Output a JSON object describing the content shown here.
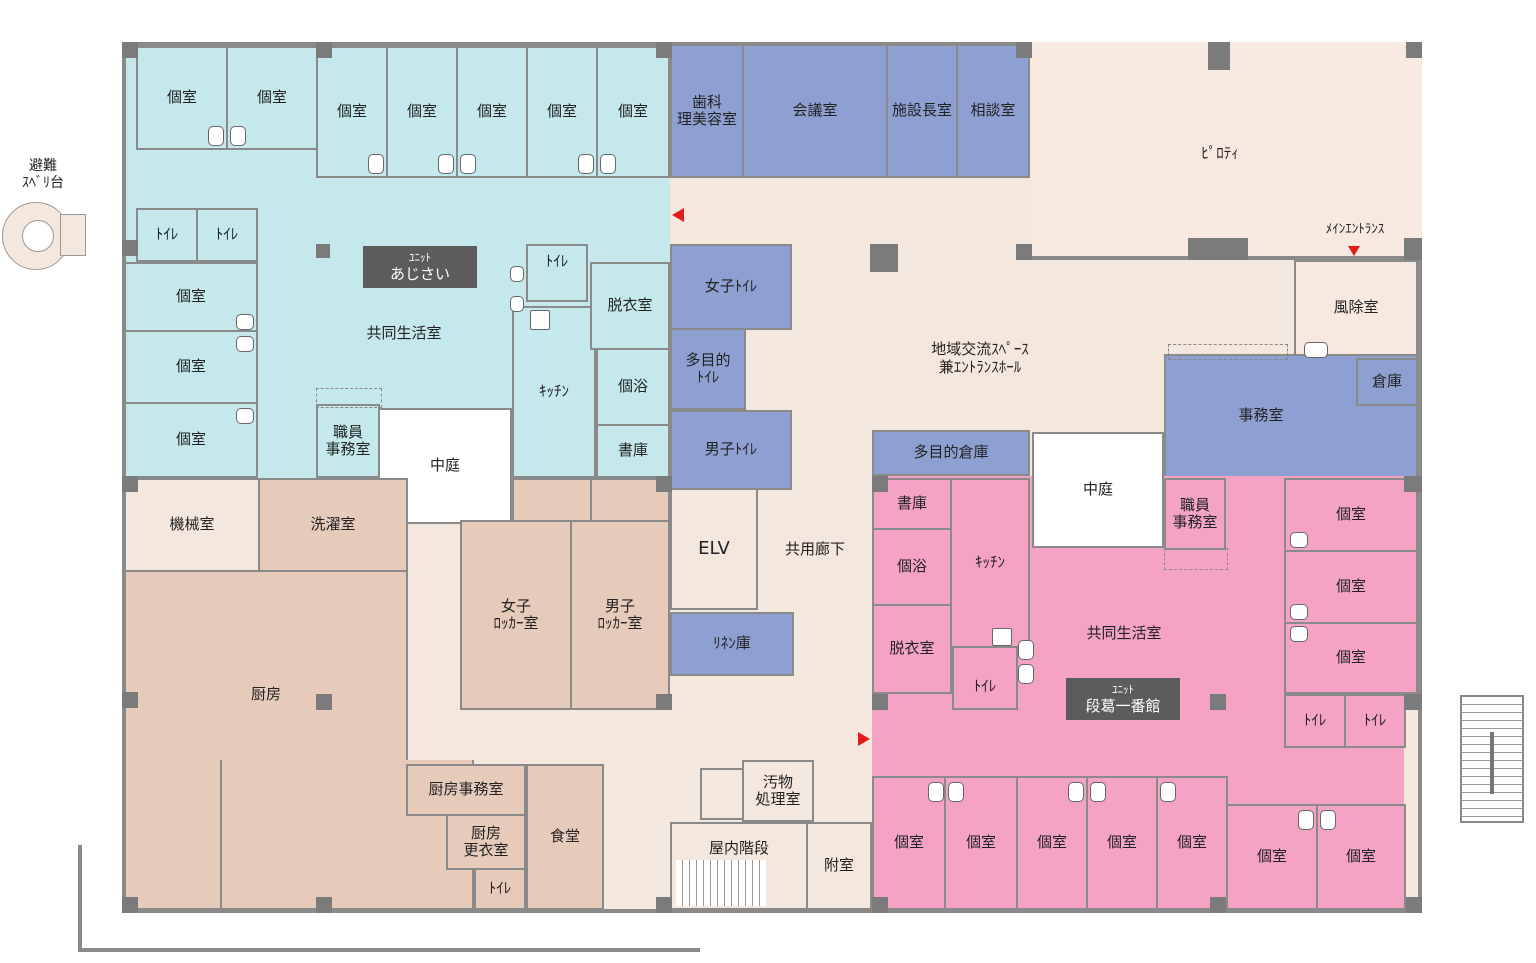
{
  "colors": {
    "unit_a": "#c4e8ec",
    "common": "#8ea0d2",
    "corridor": "#f4e7de",
    "service": "#e6cbbb",
    "unit_b": "#f4a3c4"
  },
  "outside": {
    "slide_label": "避難\nｽﾍﾞﾘ台"
  },
  "unit_a": {
    "badge_prefix": "ﾕﾆｯﾄ",
    "badge_name": "あじさい",
    "private_room": "個室",
    "toilet": "ﾄｲﾚ",
    "living": "共同生活室",
    "dressing": "脱衣室",
    "kitchen": "ｷｯﾁﾝ",
    "bath": "個浴",
    "staff_office": "職員\n事務室",
    "storage": "書庫",
    "courtyard": "中庭"
  },
  "admin": {
    "dental": "歯科\n理美容室",
    "meeting": "会議室",
    "director": "施設長室",
    "consult": "相談室",
    "pilotis": "ﾋﾟﾛﾃｨ",
    "main_entrance": "ﾒｲﾝｴﾝﾄﾗﾝｽ",
    "windbreak": "風除室",
    "exchange_space": "地域交流ｽﾍﾟｰｽ\n兼ｴﾝﾄﾗﾝｽﾎｰﾙ",
    "warehouse": "倉庫",
    "office": "事務室",
    "multi_storage": "多目的倉庫",
    "womens_toilet": "女子ﾄｲﾚ",
    "multi_toilet": "多目的\nﾄｲﾚ",
    "mens_toilet": "男子ﾄｲﾚ",
    "elevator": "ELV",
    "corridor": "共用廊下",
    "linen": "ﾘﾈﾝ庫",
    "waste": "汚物\n処理室",
    "stairs": "屋内階段",
    "annex": "附室"
  },
  "service": {
    "machine": "機械室",
    "laundry": "洗濯室",
    "womens_locker": "女子\nﾛｯｶｰ室",
    "mens_locker": "男子\nﾛｯｶｰ室",
    "kitchen": "厨房",
    "kitchen_office": "厨房事務室",
    "kitchen_changing": "厨房\n更衣室",
    "toilet": "ﾄｲﾚ",
    "dining": "食堂"
  },
  "unit_b": {
    "badge_prefix": "ﾕﾆｯﾄ",
    "badge_name": "段葛一番館",
    "storage": "書庫",
    "kitchen": "ｷｯﾁﾝ",
    "bath": "個浴",
    "dressing": "脱衣室",
    "toilet": "ﾄｲﾚ",
    "living": "共同生活室",
    "staff_office": "職員\n事務室",
    "private_room": "個室",
    "courtyard": "中庭"
  }
}
